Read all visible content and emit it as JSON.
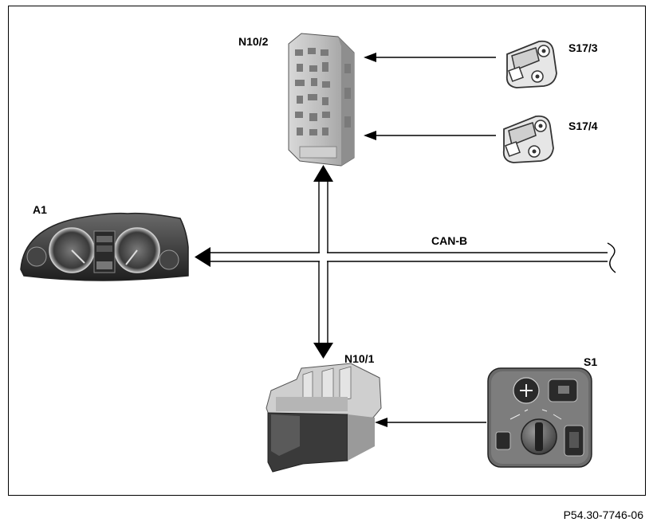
{
  "labels": {
    "n10_2": "N10/2",
    "s17_3": "S17/3",
    "s17_4": "S17/4",
    "a1": "A1",
    "can_b": "CAN-B",
    "n10_1": "N10/1",
    "s1": "S1"
  },
  "reference": "P54.30-7746-06"
}
